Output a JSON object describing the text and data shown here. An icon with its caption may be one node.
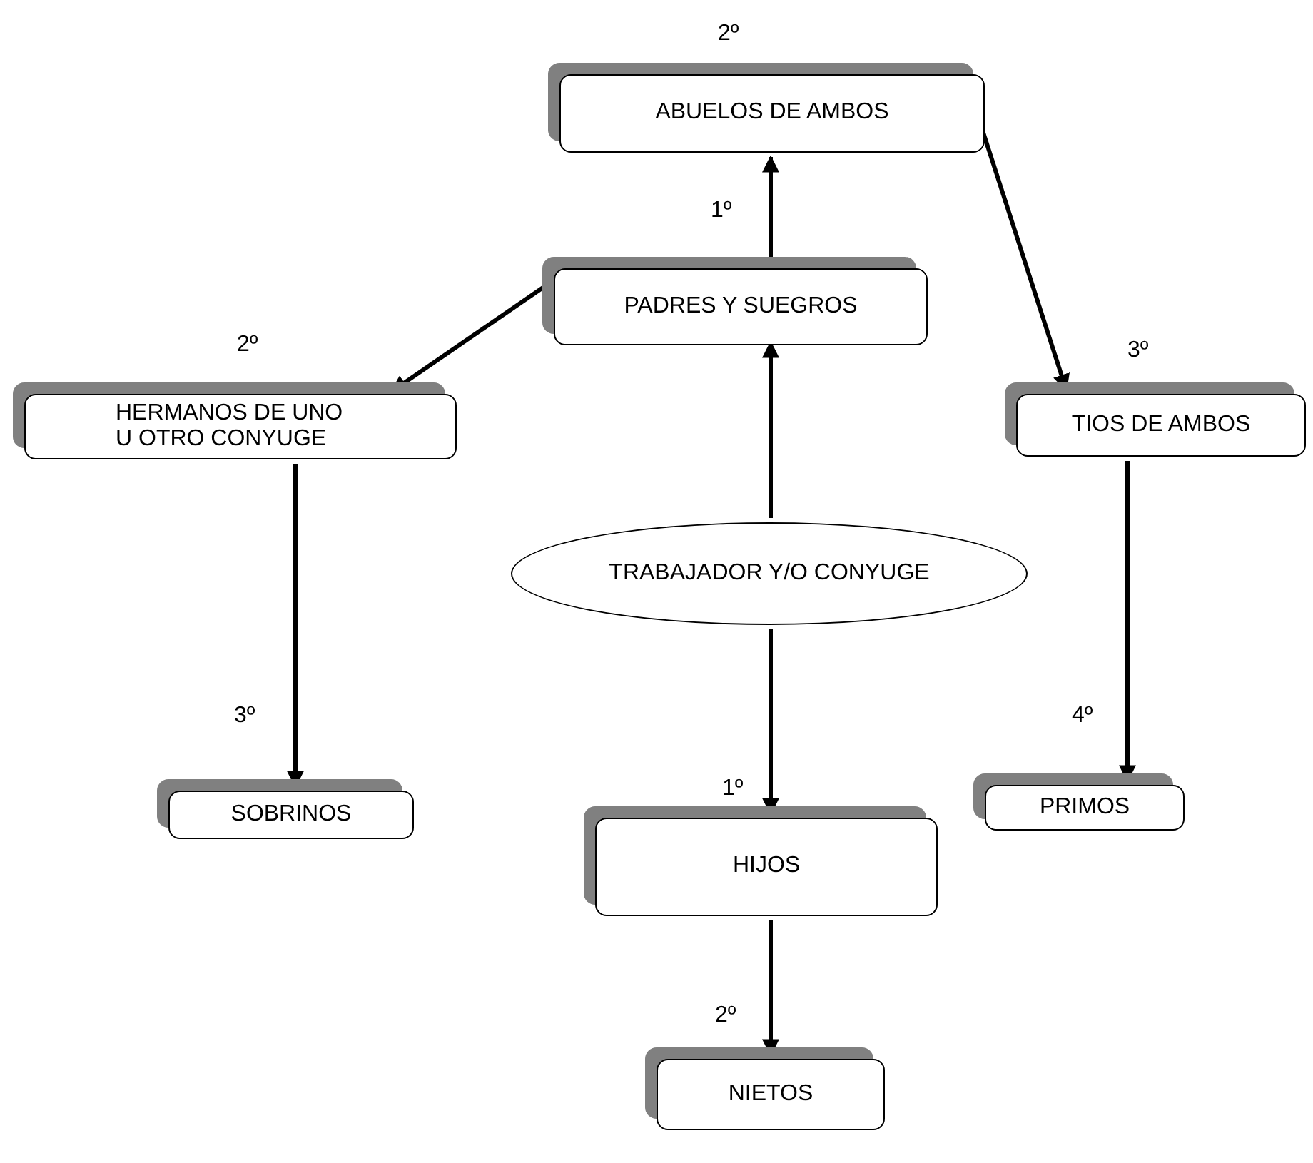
{
  "diagram": {
    "nodes": [
      {
        "text": [
          "ABUELOS DE AMBOS"
        ],
        "beside": [
          "2º"
        ]
      },
      {
        "text": [
          "PADRES Y SUEGROS"
        ],
        "beside": [
          "1º"
        ]
      },
      {
        "text": [
          "HERMANOS DE UNO U OTRO CONYUGE"
        ],
        "beside": [
          "2º"
        ]
      },
      {
        "text": [
          "TIOS DE AMBOS"
        ],
        "beside": [
          "3º"
        ]
      },
      {
        "text": [
          "TRABAJADOR Y/O CONYUGE"
        ]
      },
      {
        "text": [
          "SOBRINOS"
        ],
        "beside": [
          "3º"
        ]
      },
      {
        "text": [
          "PRIMOS"
        ],
        "beside": [
          "4º"
        ]
      },
      {
        "text": [
          "HIJOS"
        ],
        "beside": [
          "1º"
        ]
      },
      {
        "text": [
          "NIETOS"
        ],
        "beside": [
          "2º"
        ]
      }
    ],
    "edges": [
      {
        "from": 4,
        "to": 1,
        "arrow": "to"
      },
      {
        "from": 1,
        "to": 0,
        "arrow": "to"
      },
      {
        "from": 0,
        "to": 3,
        "arrow": "to"
      },
      {
        "from": 1,
        "to": 2,
        "arrow": "to"
      },
      {
        "from": 2,
        "to": 5,
        "arrow": "to"
      },
      {
        "from": 3,
        "to": 6,
        "arrow": "to"
      },
      {
        "from": 4,
        "to": 7,
        "arrow": "to"
      },
      {
        "from": 7,
        "to": 8,
        "arrow": "to"
      }
    ]
  }
}
